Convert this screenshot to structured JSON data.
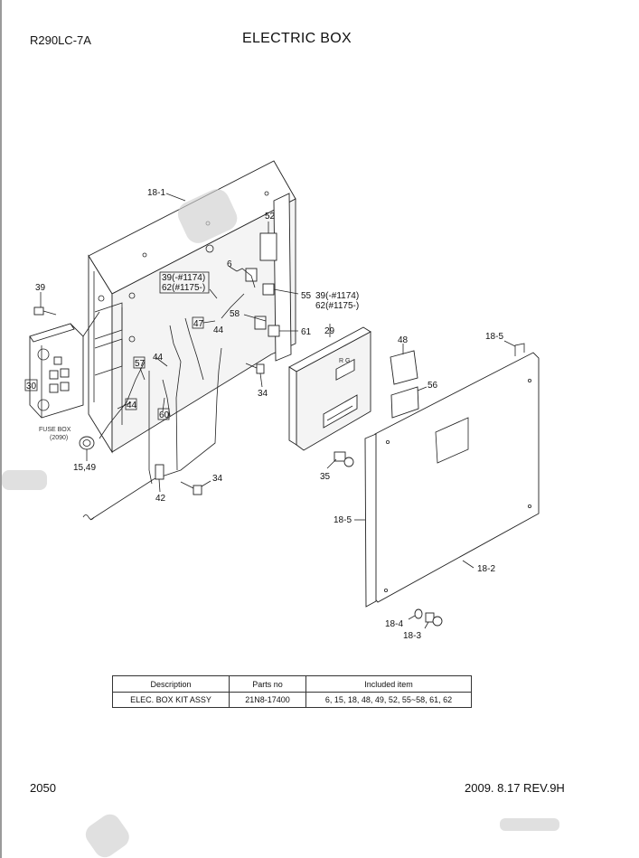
{
  "header": {
    "model": "R290LC-7A",
    "title": "ELECTRIC BOX"
  },
  "callouts": {
    "c18_1": "18-1",
    "c52": "52",
    "c6": "6",
    "c39a": "39(-#1174)",
    "c62a": "62(#1175-)",
    "c55": "55",
    "c39b": "39(-#1174)",
    "c62b": "62(#1175-)",
    "c58": "58",
    "c61": "61",
    "c47": "47",
    "c44a": "44",
    "c44b": "44",
    "c44c": "44",
    "c57": "57",
    "c60": "60",
    "c39": "39",
    "c30": "30",
    "c34a": "34",
    "c34b": "34",
    "c29": "29",
    "c48": "48",
    "c56": "56",
    "c18_5a": "18-5",
    "c18_5b": "18-5",
    "c18_2": "18-2",
    "c18_4": "18-4",
    "c18_3": "18-3",
    "c35": "35",
    "c42": "42",
    "c15_49": "15,49"
  },
  "fuse_box_label": "FUSE BOX",
  "fuse_box_ref": "(2090)",
  "ecu_label": "R G",
  "table": {
    "headers": [
      "Description",
      "Parts no",
      "Included item"
    ],
    "rows": [
      [
        "ELEC. BOX KIT ASSY",
        "21N8-17400",
        "6, 15, 18, 48, 49, 52, 55~58, 61, 62"
      ]
    ]
  },
  "footer": {
    "page": "2050",
    "revision": "2009. 8.17  REV.9H"
  }
}
